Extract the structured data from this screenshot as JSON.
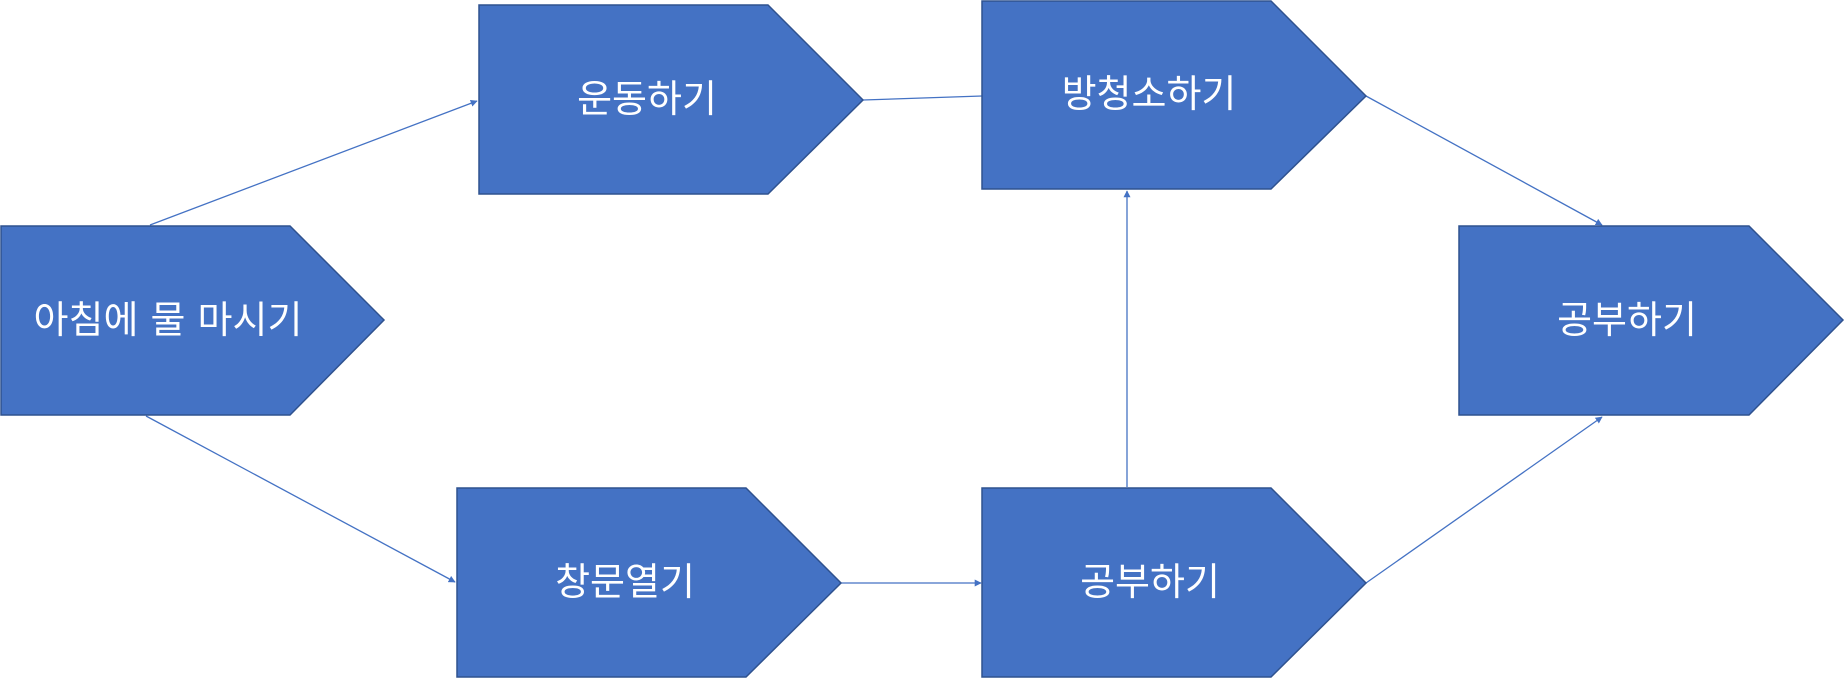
{
  "colors": {
    "node_fill": "#4472C4",
    "node_stroke": "#2F528F",
    "connector": "#4472C4",
    "label": "#ffffff"
  },
  "nodes": {
    "drink_water": "아침에 물 마시기",
    "exercise": "운동하기",
    "clean_room": "방청소하기",
    "open_window": "창문열기",
    "study_bottom": "공부하기",
    "study_final": "공부하기"
  },
  "edges": [
    {
      "from": "drink_water",
      "to": "exercise",
      "arrow": true
    },
    {
      "from": "drink_water",
      "to": "open_window",
      "arrow": true
    },
    {
      "from": "exercise",
      "to": "clean_room",
      "arrow": false
    },
    {
      "from": "open_window",
      "to": "study_bottom",
      "arrow": true
    },
    {
      "from": "study_bottom",
      "to": "clean_room",
      "arrow": true
    },
    {
      "from": "clean_room",
      "to": "study_final",
      "arrow": true
    },
    {
      "from": "study_bottom",
      "to": "study_final",
      "arrow": true
    }
  ]
}
